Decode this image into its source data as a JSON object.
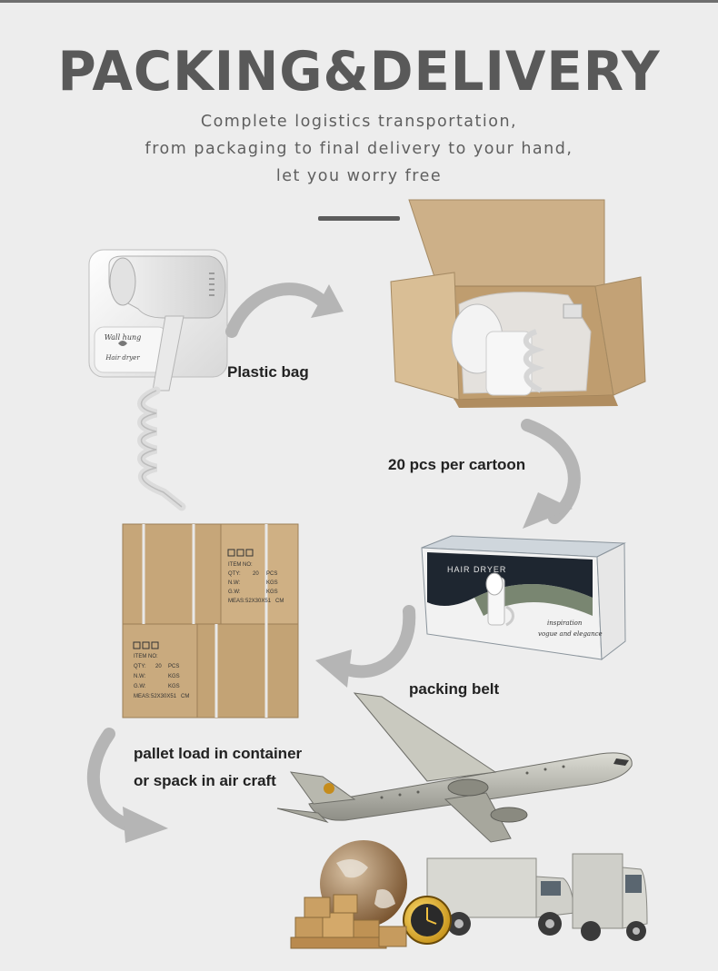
{
  "header": {
    "title": "PACKING&DELIVERY",
    "subtitle_lines": [
      "Complete logistics transportation,",
      "from packaging to final delivery to your hand,",
      "let you worry free"
    ]
  },
  "product": {
    "badge_line1": "Wall hung",
    "badge_line2": "Hair dryer"
  },
  "steps": {
    "plastic_bag": "Plastic bag",
    "per_carton": "20 pcs per cartoon",
    "packing_belt": "packing belt",
    "pallet_line1": "pallet load in container",
    "pallet_line2": "or spack in air craft"
  },
  "gift_box": {
    "brand": "HAIR DRYER",
    "tagline1": "inspiration",
    "tagline2": "vogue and elegance"
  },
  "carton_mark": {
    "item": "ITEM NO:",
    "qty": "QTY:",
    "qty_value": "20",
    "qty_unit": "PCS",
    "nw": "N.W:",
    "nw_unit": "KGS",
    "gw": "G.W:",
    "gw_unit": "KGS",
    "meas": "MEAS:",
    "meas_value": "52X30X51",
    "meas_unit": "CM"
  },
  "colors": {
    "background": "#ededed",
    "heading": "#595959",
    "arrow": "#b5b5b5",
    "cardboard": "#c9a87c"
  }
}
